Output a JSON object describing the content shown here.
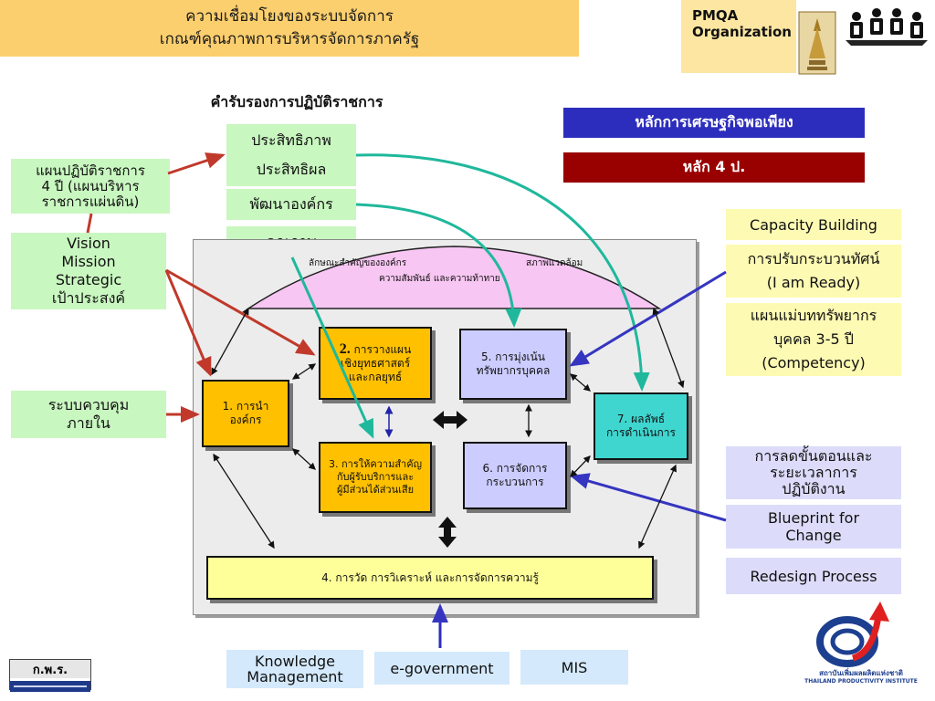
{
  "header": {
    "title_line1": "ความเชื่อมโยงของระบบจัดการ",
    "title_line2": "เกณฑ์คุณภาพการบริหารจัดการภาครัฐ",
    "pmqa_line1": "PMQA",
    "pmqa_line2": "Organization"
  },
  "commitment": {
    "heading": "คำรับรองการปฏิบัติราชการ",
    "efficiency": "ประสิทธิภาพ",
    "effectiveness": "ประสิทธิผล",
    "org_dev": "พัฒนาองค์กร",
    "quality": "คุณภาพ"
  },
  "left": {
    "plan_line1": "แผนปฏิบัติราชการ",
    "plan_line2": "4 ปี (แผนบริหาร",
    "plan_line3": "ราชการแผ่นดิน)",
    "vision": "Vision",
    "mission": "Mission",
    "strategic": "Strategic",
    "target": "เป้าประสงค์",
    "control_line1": "ระบบควบคุม",
    "control_line2": "ภายใน"
  },
  "right": {
    "sufficiency": "หลักการเศรษฐกิจพอเพียง",
    "four_p": "หลัก 4 ป.",
    "capacity": "Capacity Building",
    "mindset_line1": "การปรับกระบวนทัศน์",
    "mindset_line2": "(I am Ready)",
    "hr_line1": "แผนแม่บททรัพยากร",
    "hr_line2": "บุคคล 3-5 ปี",
    "hr_line3": "(Competency)",
    "reduce_line1": "การลดขั้นตอนและ",
    "reduce_line2": "ระยะเวลาการ",
    "reduce_line3": "ปฏิบัติงาน",
    "blueprint_line1": "Blueprint for",
    "blueprint_line2": "Change",
    "redesign": "Redesign Process"
  },
  "diagram": {
    "profile": "ลักษณะสำคัญขององค์กร",
    "environment": "สภาพแวดล้อม",
    "relations": "ความสัมพันธ์ และความท้าทาย",
    "c1_line1": "1. การนำ",
    "c1_line2": "องค์กร",
    "c2_num": "2.",
    "c2_line1": "การวางแผน",
    "c2_line2": "เชิงยุทธศาสตร์",
    "c2_line3": "และกลยุทธ์",
    "c3_line1": "3. การให้ความสำคัญ",
    "c3_line2": "กับผู้รับบริการและ",
    "c3_line3": "ผู้มีส่วนได้ส่วนเสีย",
    "c4": "4. การวัด การวิเคราะห์ และการจัดการความรู้",
    "c5_line1": "5. การมุ่งเน้น",
    "c5_line2": "ทรัพยากรบุคคล",
    "c6_line1": "6. การจัดการ",
    "c6_line2": "กระบวนการ",
    "c7_line1": "7. ผลลัพธ์",
    "c7_line2": "การดำเนินการ"
  },
  "bottom": {
    "km_line1": "Knowledge",
    "km_line2": "Management",
    "egov": "e-government",
    "mis": "MIS"
  },
  "footer": {
    "opdc_logo_text": "ก.พ.ร.",
    "tpi_name_th": "สถาบันเพิ่มผลผลิตแห่งชาติ",
    "tpi_name_en": "THAILAND PRODUCTIVITY INSTITUTE"
  },
  "colors": {
    "header_bg": "#fccf6e",
    "green_box": "#c9f7c0",
    "orange_box": "#ffc000",
    "lavender_box": "#ccccff",
    "teal_box": "#3fd6d0",
    "banner_blue": "#2d2dbd",
    "banner_red": "#990000",
    "arrow_red": "#c0392b",
    "arrow_teal": "#1fb89c",
    "arrow_blue": "#3535c0"
  }
}
